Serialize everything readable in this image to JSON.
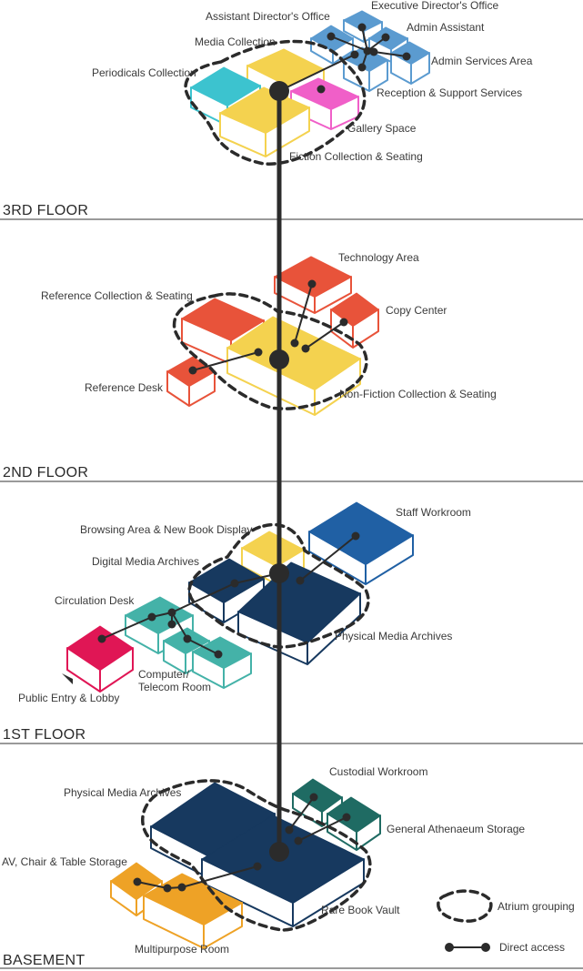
{
  "floors": [
    {
      "name": "3RD FLOOR",
      "rooms": [
        {
          "label": "Executive Director's Office",
          "color": "blue"
        },
        {
          "label": "Assistant Director's Office",
          "color": "blue"
        },
        {
          "label": "Admin Assistant",
          "color": "blue"
        },
        {
          "label": "Admin Services Area",
          "color": "blue"
        },
        {
          "label": "Reception & Support Services",
          "color": "blue"
        },
        {
          "label": "Media Collection",
          "color": "yellow"
        },
        {
          "label": "Periodicals Collection",
          "color": "cyan"
        },
        {
          "label": "Gallery Space",
          "color": "magenta"
        },
        {
          "label": "Fiction Collection & Seating",
          "color": "yellow"
        }
      ]
    },
    {
      "name": "2ND FLOOR",
      "rooms": [
        {
          "label": "Technology Area",
          "color": "red"
        },
        {
          "label": "Reference Collection & Seating",
          "color": "red"
        },
        {
          "label": "Copy Center",
          "color": "red"
        },
        {
          "label": "Reference Desk",
          "color": "red"
        },
        {
          "label": "Non-Fiction Collection & Seating",
          "color": "yellow"
        }
      ]
    },
    {
      "name": "1ST FLOOR",
      "rooms": [
        {
          "label": "Staff Workroom",
          "color": "mid-blue"
        },
        {
          "label": "Browsing Area & New Book Display",
          "color": "yellow"
        },
        {
          "label": "Digital Media Archives",
          "color": "navy"
        },
        {
          "label": "Circulation Desk",
          "color": "teal"
        },
        {
          "label": "Physical Media Archives",
          "color": "navy"
        },
        {
          "label": "Public Entry & Lobby",
          "color": "crimson"
        },
        {
          "label": "Computer/",
          "color": "teal"
        },
        {
          "label": "Telecom Room",
          "color": "teal"
        }
      ]
    },
    {
      "name": "BASEMENT",
      "rooms": [
        {
          "label": "Custodial Workroom",
          "color": "dark-teal"
        },
        {
          "label": "Physical Media Archives",
          "color": "navy"
        },
        {
          "label": "General Athenaeum Storage",
          "color": "dark-teal"
        },
        {
          "label": "AV, Chair & Table Storage",
          "color": "orange"
        },
        {
          "label": "Rare Book Vault",
          "color": "navy"
        },
        {
          "label": "Multipurpose Room",
          "color": "orange"
        }
      ]
    }
  ],
  "legend": {
    "atrium": "Atrium grouping",
    "direct": "Direct access"
  },
  "colors": {
    "blue": "#5b9bd0",
    "yellow": "#f4d24f",
    "cyan": "#3cc3cf",
    "magenta": "#f05fc8",
    "red": "#e8533a",
    "mid-blue": "#2060a4",
    "navy": "#17395f",
    "teal": "#44b2a8",
    "crimson": "#e01655",
    "dark-teal": "#1f6b63",
    "orange": "#eea226",
    "line": "#2b2b2b",
    "rule": "#9a9a9a"
  }
}
